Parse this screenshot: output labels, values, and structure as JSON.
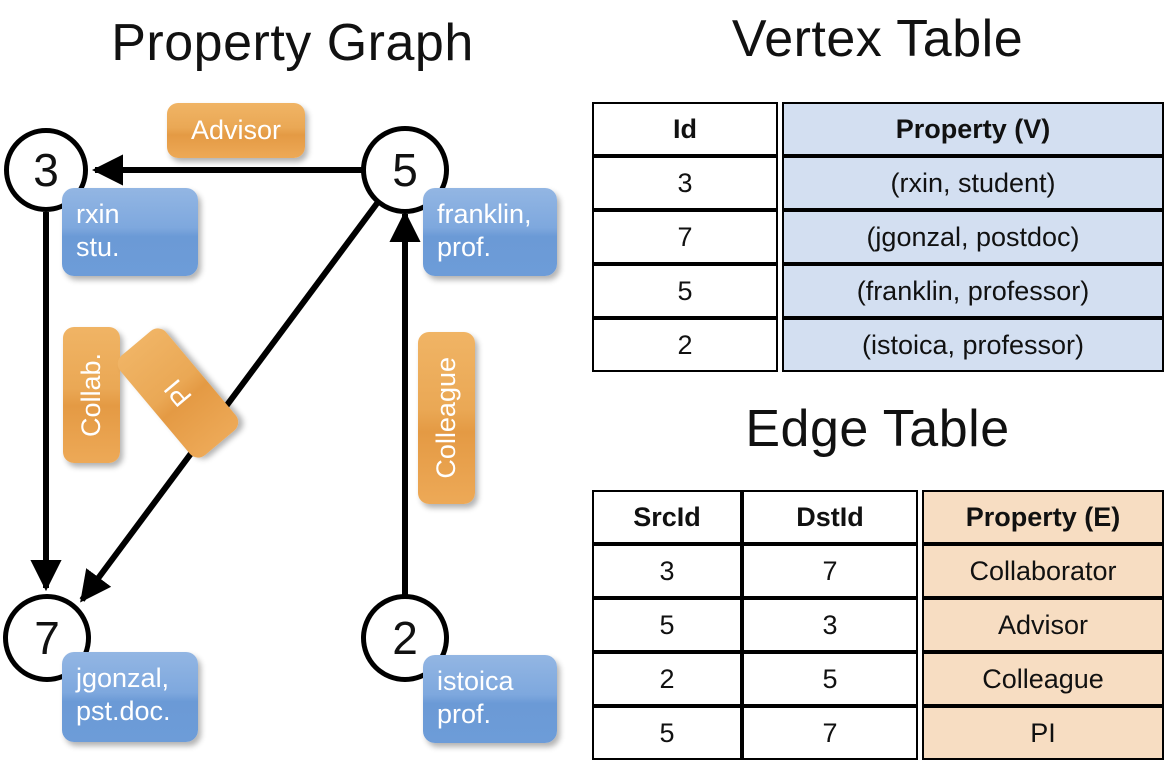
{
  "titles": {
    "property_graph": "Property Graph",
    "vertex_table": "Vertex Table",
    "edge_table": "Edge Table"
  },
  "graph": {
    "nodes": [
      {
        "id": "3",
        "name": "node-3",
        "property_lines": [
          "rxin",
          "stu."
        ]
      },
      {
        "id": "5",
        "name": "node-5",
        "property_lines": [
          "franklin,",
          "prof."
        ]
      },
      {
        "id": "7",
        "name": "node-7",
        "property_lines": [
          "jgonzal,",
          "pst.doc."
        ]
      },
      {
        "id": "2",
        "name": "node-2",
        "property_lines": [
          "istoica",
          "prof."
        ]
      }
    ],
    "edge_labels": [
      {
        "text": "Advisor",
        "orientation": "horizontal"
      },
      {
        "text": "Collab.",
        "orientation": "vertical"
      },
      {
        "text": "PI",
        "orientation": "diagonal"
      },
      {
        "text": "Colleague",
        "orientation": "vertical"
      }
    ],
    "edges": [
      {
        "from": "5",
        "to": "3",
        "label": "Advisor"
      },
      {
        "from": "3",
        "to": "7",
        "label": "Collab."
      },
      {
        "from": "5",
        "to": "7",
        "label": "PI"
      },
      {
        "from": "2",
        "to": "5",
        "label": "Colleague"
      }
    ]
  },
  "vertex_table": {
    "headers": [
      "Id",
      "Property (V)"
    ],
    "rows": [
      [
        "3",
        "(rxin, student)"
      ],
      [
        "7",
        "(jgonzal, postdoc)"
      ],
      [
        "5",
        "(franklin, professor)"
      ],
      [
        "2",
        "(istoica, professor)"
      ]
    ]
  },
  "edge_table": {
    "headers": [
      "SrcId",
      "DstId",
      "Property (E)"
    ],
    "rows": [
      [
        "3",
        "7",
        "Collaborator"
      ],
      [
        "5",
        "3",
        "Advisor"
      ],
      [
        "2",
        "5",
        "Colleague"
      ],
      [
        "5",
        "7",
        "PI"
      ]
    ]
  },
  "colors": {
    "vertex_property_fill": "#d3dff1",
    "edge_property_fill": "#f7ddc2",
    "node_box_blue": "#7ea8de",
    "edge_label_orange": "#eaa855",
    "stroke": "#000000",
    "background": "#ffffff"
  }
}
